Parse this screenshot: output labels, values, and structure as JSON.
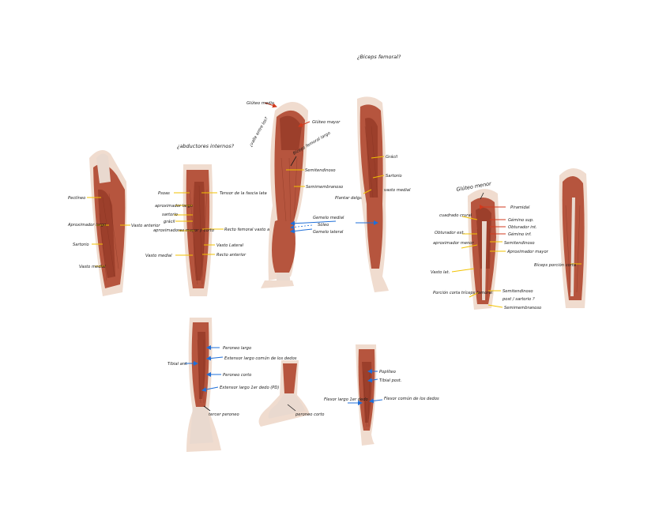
{
  "colors": {
    "yellow_line": "#f2c200",
    "blue_arrow": "#1f6fd8",
    "red_arrow": "#d2391c",
    "muscle": "#b6553e",
    "muscle_dark": "#9c3f2b",
    "tendon": "#e9d9cf",
    "bg": "#ffffff"
  },
  "notes": {
    "note_top": "¿Biceps femoral?",
    "note_gluteo_abductor": "¿abductores internos?",
    "note_gluteo_vallo": "¿valle entre los?"
  },
  "labels": {
    "p1_pectineo": "Pectíneo",
    "p1_aproximador_largo": "Aproximador largo",
    "p1_sartorio": "Sartorio",
    "p1_vasto_medial": "Vasto medial",
    "p1_vasto_anterior": "Vasto anterior",
    "p2_psoas": "Psoas",
    "p2_tensor": "Tensor de la fascia lata",
    "p2_aproximador_largo": "aproximador largo",
    "p2_sartorio": "sartorio",
    "p2_gracil": "grácil",
    "p2_aproximadores": "aproximadores mayor y corto",
    "p2_recto_femoral": "Recto femoral vasto anterior",
    "p2_vasto_lateral": "Vasto Lateral",
    "p2_vasto_medial": "Vasto medial",
    "p2_recto_anterior": "Recto anterior",
    "p3_gluteo_medio": "Glúteo medio",
    "p3_gluteo_mayor": "Glúteo mayor",
    "p3_biceps_largo": "Bíceps femoral largo",
    "p3_semitendinoso": "Semitendinoso",
    "p3_semimembranoso": "Semimembranoso",
    "p3_plantar": "Plantar delgado",
    "p3_gemelo_medial": "Gemelo medial",
    "p3_soleo": "Sóleo",
    "p3_gemelo_lateral": "Gemelo lateral",
    "p4_gracil": "Grácil",
    "p4_sartorio": "Sartorio",
    "p4_vasto_medial": "vasto medial",
    "p5_gluteo_menor": "Glúteo menor",
    "p5_piramidal": "Piramidal",
    "p5_cuadrado": "cuadrado crural",
    "p5_gemelo_sup": "Gémino sup.",
    "p5_obturador_ext": "Obturador ext.",
    "p5_obturador_int": "Obturador int.",
    "p5_gemelo_inf": "Gémino inf.",
    "p5_aproximador_menor": "aproximador menor",
    "p5_semitendinoso": "Semitendinoso",
    "p5_aproximador_mayor": "Aproximador mayor",
    "p5_vasto_lat": "Vasto lat.",
    "p5_porcion_corta": "Porción corta tríceps femoral",
    "p5_semitendinoso2": "Semitendinoso",
    "p5_post_sartorio": "post / sartorio ?",
    "p5_semimembranoso": "Semimembranoso",
    "p6_biceps_corta": "Bíceps porción corta",
    "p7_peroneo_largo": "Peroneo largo",
    "p7_extensor_comun": "Extensor largo común de los dedos",
    "p7_tibial_ant": "Tibial ant.",
    "p7_peroneo_corto": "Peroneo corto",
    "p7_extensor_largo": "Extensor largo 1er dedo (PD)",
    "p7_tercer_peroneo": "tercer peroneo",
    "p8_peroneo_corto": "peroneo corto",
    "p9_popliteo": "Poplíteo",
    "p9_tibial_post": "Tibial post.",
    "p9_flexor_largo": "Flexor largo 1er dedo",
    "p9_flexor_comun": "Flexor común de los dedos"
  }
}
